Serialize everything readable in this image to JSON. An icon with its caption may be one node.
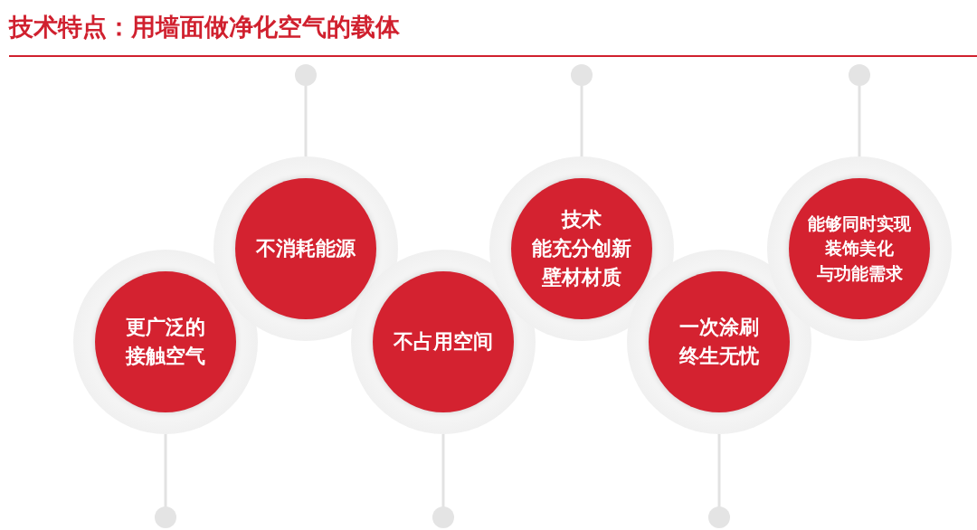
{
  "diagram": {
    "title": "技术特点：用墙面做净化空气的载体",
    "nodes": [
      {
        "text": [
          "更广泛的接触空气"
        ]
      },
      {
        "text": [
          "不消耗能源"
        ]
      },
      {
        "text": [
          "不占用空间"
        ]
      },
      {
        "text": [
          "技术能充分创新壁材材质"
        ]
      },
      {
        "text": [
          "一次涂刷终生无忧"
        ]
      },
      {
        "text": [
          "能够同时实现装饰美化与功能需求"
        ]
      }
    ]
  }
}
